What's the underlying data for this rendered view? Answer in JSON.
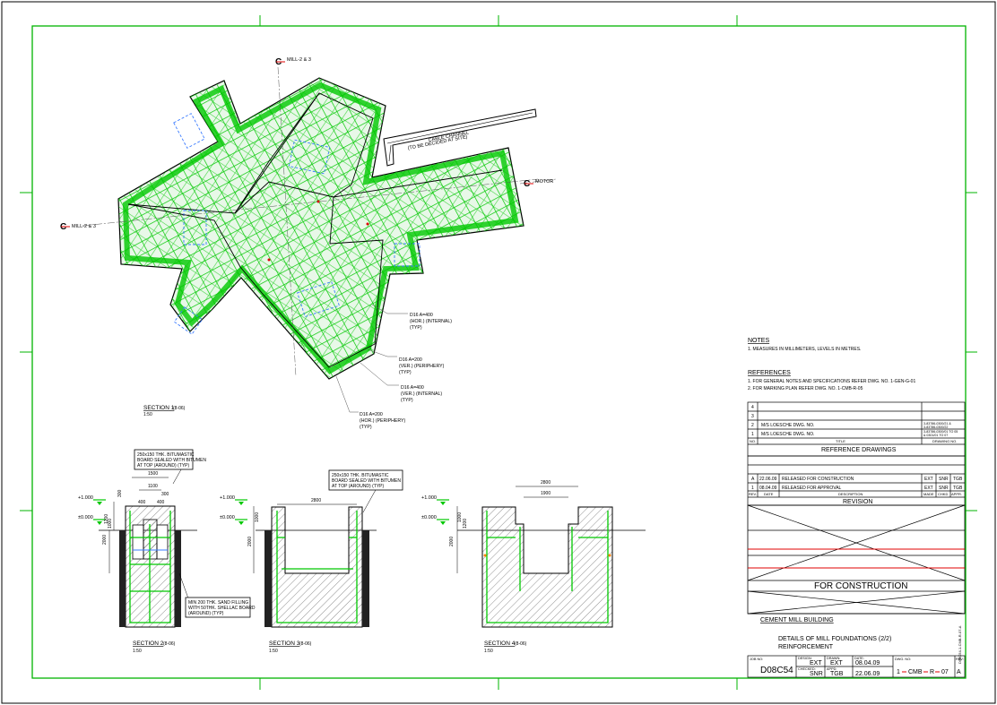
{
  "colors": {
    "background": "#ffffff",
    "border": "#00b400",
    "rebar": "#00c800",
    "outline": "#000000",
    "hatch": "#555555",
    "red": "#e00000",
    "blue": "#3a7bff",
    "orange": "#ff8000"
  },
  "plan": {
    "mill_label_top": "MILL-2 & 3",
    "mill_label_left": "MILL-2 & 3",
    "motor_label": "MOTOR",
    "cable_channel_line1": "CABLE CHANNEL",
    "cable_channel_line2": "(TO BE DECIDED AT SITE)",
    "section_title": "SECTION 1",
    "section_ref": "(8-06)",
    "section_scale": "1:50",
    "callouts": [
      {
        "line1": "D16 A=400",
        "line2": "(HOR.) (INTERNAL)",
        "line3": "(TYP)"
      },
      {
        "line1": "D16 A=200",
        "line2": "(VER.) (PERIPHERY)",
        "line3": "(TYP)"
      },
      {
        "line1": "D16 A=400",
        "line2": "(VER.) (INTERNAL)",
        "line3": "(TYP)"
      },
      {
        "line1": "D16 A=200",
        "line2": "(HOR.) (PERIPHERY)",
        "line3": "(TYP)"
      }
    ]
  },
  "sections": {
    "s2": {
      "title": "SECTION 2",
      "ref": "(8-06)",
      "scale": "1:50",
      "level_top": "+1.000",
      "level_zero": "±0.000",
      "dims": [
        "1500",
        "1100",
        "300",
        "400",
        "400",
        "300",
        "1000",
        "1200",
        "2000"
      ],
      "note_top": [
        "250x150 THK. BITUMASTIC",
        "BOARD SEALED WITH BITUMEN",
        "AT TOP (AROUND) (TYP)"
      ],
      "note_bottom": [
        "MIN 200 THK. SAND FILLING",
        "WITH 50THK. SHELLAC BOARD",
        "(AROUND) (TYP)"
      ]
    },
    "s3": {
      "title": "SECTION 3",
      "ref": "(8-06)",
      "scale": "1:50",
      "level_top": "+1.000",
      "level_zero": "±0.000",
      "dims": [
        "2800",
        "1000",
        "2000"
      ],
      "note_top": [
        "250x150 THK. BITUMASTIC",
        "BOARD SEALED WITH BITUMEN",
        "AT TOP (AROUND) (TYP)"
      ]
    },
    "s4": {
      "title": "SECTION 4",
      "ref": "(8-06)",
      "scale": "1:50",
      "level_top": "+1.000",
      "level_zero": "±0.000",
      "dims": [
        "2800",
        "1900",
        "1000",
        "1200",
        "2000"
      ]
    }
  },
  "notes": {
    "heading": "NOTES",
    "items": [
      "1. MEASURES IN MILLIMETERS, LEVELS IN METRES."
    ]
  },
  "references": {
    "heading": "REFERENCES",
    "items": [
      "1. FOR GENERAL NOTES AND SPECIFICATIONS REFER DWG. NO. 1-GEN-G-01",
      "2. FOR MARKING PLAN REFER DWG. NO. 1-CMB-R-05"
    ]
  },
  "ref_drawings": {
    "rows": [
      {
        "no": "4",
        "title": "",
        "dwg": ""
      },
      {
        "no": "3",
        "title": "",
        "dwg": ""
      },
      {
        "no": "2",
        "title": "M/S LOESCHE DWG. NO.",
        "dwg": "3-83786-0300/21 &\n3-83786-0300/22"
      },
      {
        "no": "1",
        "title": "M/S LOESCHE DWG. NO.",
        "dwg": "3-83786-0300/01 TO 05\n& 0301/01 TO 07"
      }
    ],
    "col_no": "NO.",
    "col_title": "TITLE",
    "col_dwg": "DRAWING NO.",
    "heading": "REFERENCE DRAWINGS"
  },
  "revisions": {
    "rows": [
      {
        "rev": "A",
        "date": "22.06.09",
        "desc": "RELEASED FOR CONSTRUCTION",
        "made": "EXT",
        "chkd": "SNR",
        "appr": "TGB"
      },
      {
        "rev": "",
        "date": "08.04.09",
        "desc": "RELEASED FOR APPROVAL",
        "made": "EXT",
        "chkd": "SNR",
        "appr": "TGB"
      }
    ],
    "col_rev": "REV.",
    "col_date": "DATE",
    "col_desc": "DESCRIPTION",
    "col_made": "MADE",
    "col_chkd": "CHKD",
    "col_appr": "APPR.",
    "heading": "REVISION"
  },
  "status": "FOR CONSTRUCTION",
  "title_block": {
    "building": "CEMENT MILL BUILDING",
    "title_line1": "DETAILS OF MILL FOUNDATIONS  (2/2)",
    "title_line2": "REINFORCEMENT",
    "job_label": "JOB NO:",
    "job_no": "D08C54",
    "design_label": "DESIGN:",
    "design": "EXT",
    "drawn_label": "DRAWN:",
    "drawn": "EXT",
    "date_label": "DATE:",
    "date": "08.04.09",
    "checked_label": "CHECKED:",
    "checked": "SNR",
    "appd_label": "APPD:",
    "appd": "TGB",
    "rev_date": "22.06.09",
    "dwg_label": "DWG. NO:",
    "dwg_parts": [
      "1",
      "CMB",
      "R",
      "07"
    ],
    "rev_label": "REV:",
    "rev": "A",
    "file_ref": "D08C54-1-CMB-R-07-A"
  }
}
